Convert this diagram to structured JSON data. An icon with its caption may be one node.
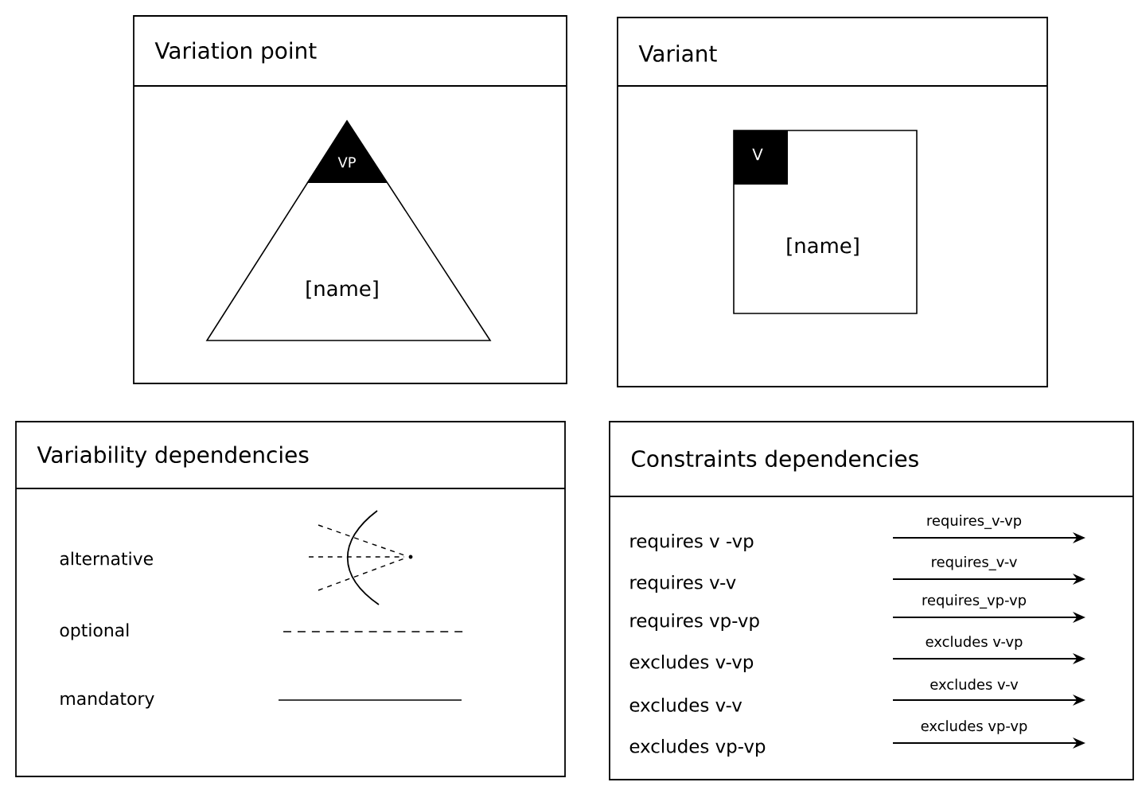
{
  "diagram": {
    "nodes": [
      {
        "text": [
          "Variation point"
        ]
      },
      {
        "text": [
          "VP",
          "[name]"
        ],
        "in": 0
      },
      {
        "text": [
          "Variant"
        ]
      },
      {
        "text": [
          "V",
          "[name]"
        ],
        "in": 2
      },
      {
        "text": [
          "Variability dependencies"
        ]
      },
      {
        "text": [
          "Constraints dependencies"
        ]
      }
    ],
    "labels": [
      "requires_v-vp",
      "requires_v-v",
      "requires_vp-vp",
      "excludes v-vp",
      "excludes v-v",
      "excludes vp-vp"
    ],
    "legend": [
      {
        "text": "alternative"
      },
      {
        "text": "optional"
      },
      {
        "text": "mandatory"
      },
      {
        "text": "requires v -vp"
      },
      {
        "text": "requires v-v"
      },
      {
        "text": "requires vp-vp"
      },
      {
        "text": "excludes v-vp"
      },
      {
        "text": "excludes v-v"
      },
      {
        "text": "excludes vp-vp"
      }
    ]
  }
}
